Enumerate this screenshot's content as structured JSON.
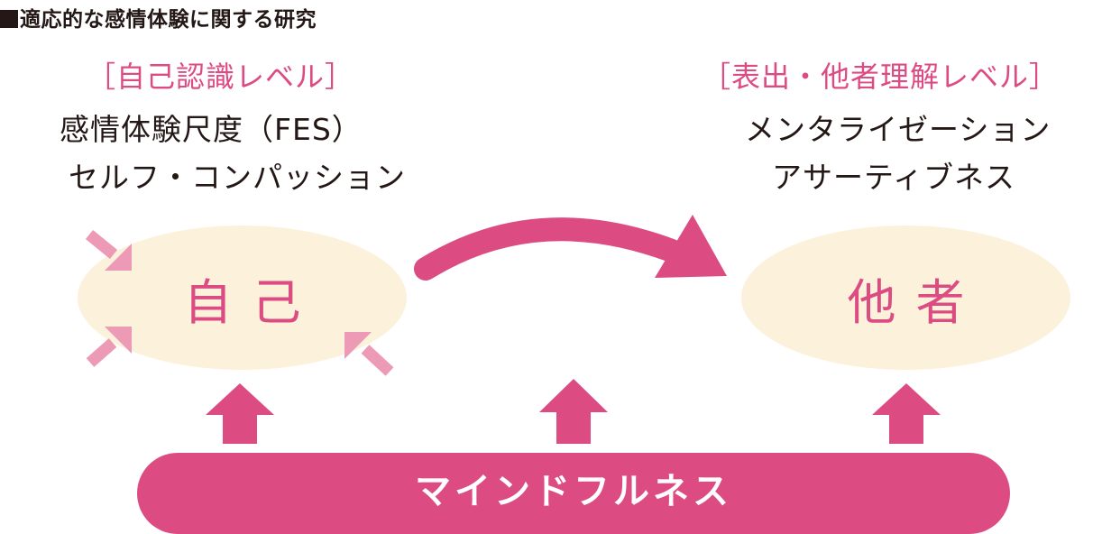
{
  "title": "適応的な感情体験に関する研究",
  "self_level": {
    "label": "［自己認識レベル］",
    "items": [
      "感情体験尺度（FES）",
      "セルフ・コンパッション"
    ]
  },
  "other_level": {
    "label": "［表出・他者理解レベル］",
    "items": [
      "メンタライゼーション",
      "アサーティブネス"
    ]
  },
  "nodes": {
    "self": "自己",
    "other": "他者"
  },
  "foundation": "マインドフルネス",
  "colors": {
    "accent_pink": "#dc4c83",
    "light_pink": "#ec9ab5",
    "ellipse_fill": "#fcf1db",
    "text_dark": "#231815"
  }
}
